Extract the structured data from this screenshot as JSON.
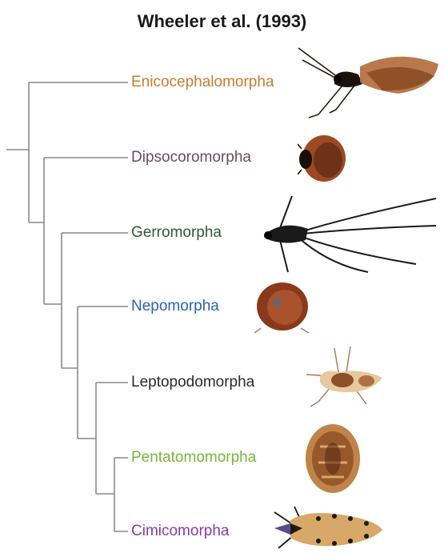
{
  "title": "Wheeler et al. (1993)",
  "colors": {
    "branch": "#8a8a8a",
    "enicocephalomorpha": "#d07a2a",
    "dipsocoromorpha": "#6e4a5e",
    "gerromorpha": "#2e5a3a",
    "nepomorpha": "#2a62b8",
    "leptopodomorpha": "#2a2a2a",
    "pentatomomorpha": "#7ab43a",
    "cimicomorpha": "#8a3aa0"
  },
  "taxa": [
    {
      "name": "Enicocephalomorpha",
      "icon": "winged-bug-icon"
    },
    {
      "name": "Dipsocoromorpha",
      "icon": "oval-bug-icon"
    },
    {
      "name": "Gerromorpha",
      "icon": "water-strider-icon"
    },
    {
      "name": "Nepomorpha",
      "icon": "round-water-bug-icon"
    },
    {
      "name": "Leptopodomorpha",
      "icon": "shore-bug-icon"
    },
    {
      "name": "Pentatomomorpha",
      "icon": "shield-bug-icon"
    },
    {
      "name": "Cimicomorpha",
      "icon": "assassin-bug-icon"
    }
  ]
}
